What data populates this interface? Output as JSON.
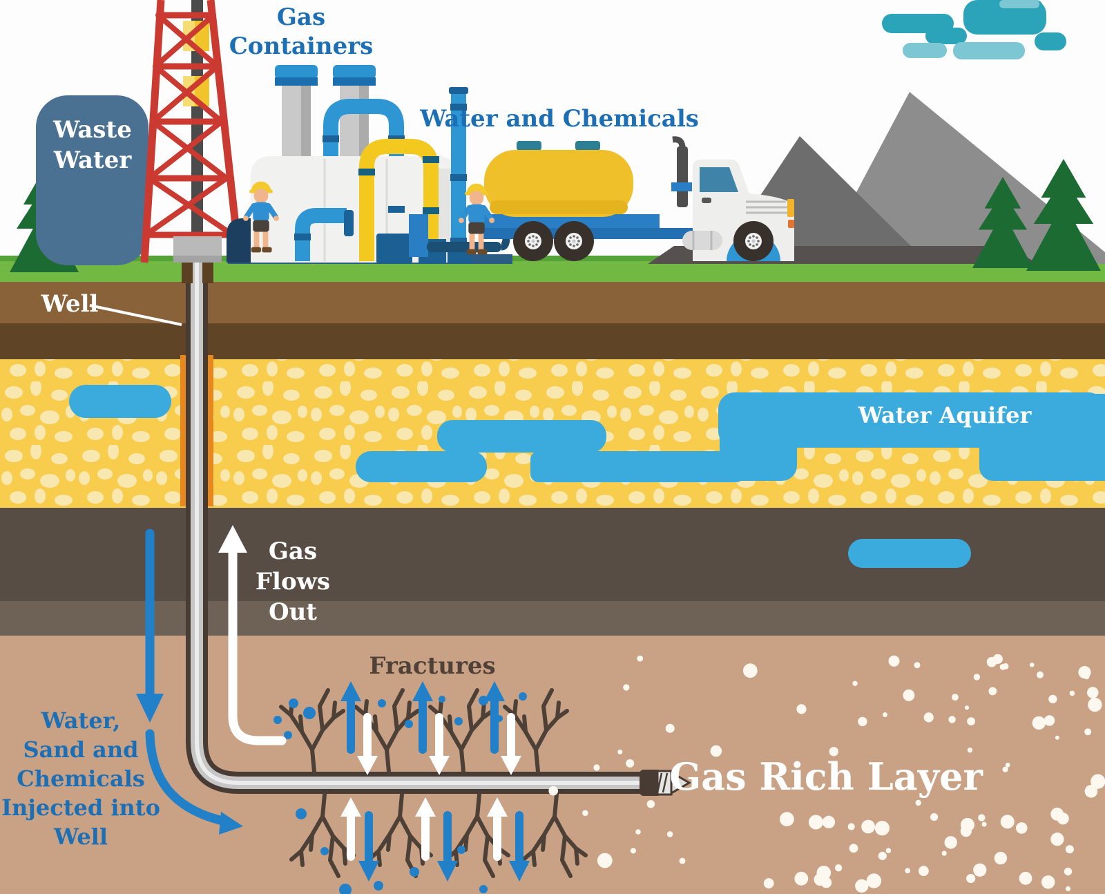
{
  "labels": {
    "gas_containers": [
      "Gas",
      "Containers"
    ],
    "waste_water": [
      "Waste",
      "Water"
    ],
    "water_and_chemicals": "Water and Chemicals",
    "well": "Well",
    "water_aquifer": "Water Aquifer",
    "gas_flows_out": [
      "Gas",
      "Flows",
      "Out"
    ],
    "injection_note": [
      "Water,",
      "Sand and",
      "Chemicals",
      "Injected into",
      "Well"
    ],
    "fractures": "Fractures",
    "gas_rich_layer": "Gas Rich Layer"
  },
  "palette": {
    "label_blue": "#1d6fb5",
    "arrow_blue": "#2180c8",
    "aquifer_blue": "#3babdd",
    "sand_yellow": "#f8cd4e",
    "pebble_cream": "#f8e8b0",
    "grass_green": "#72b944",
    "soil_brown": "#8a6239",
    "soil_dark_brown": "#5f4426",
    "shale_dark": "#584d45",
    "shale_medium": "#6e6156",
    "gas_layer_tan": "#c9a184",
    "derrick_red": "#cb3a30",
    "truck_tank_yellow": "#f0c02a",
    "pipe_blue": "#2e96d3",
    "pipe_yellow": "#f3c81f",
    "cloud_teal": "#2ba4ba",
    "cloud_teal_light": "#7cc7d3",
    "mountain_gray": "#8d8d8d",
    "fracture_brown": "#4d4037",
    "waste_tank_blue": "#4b7192"
  }
}
